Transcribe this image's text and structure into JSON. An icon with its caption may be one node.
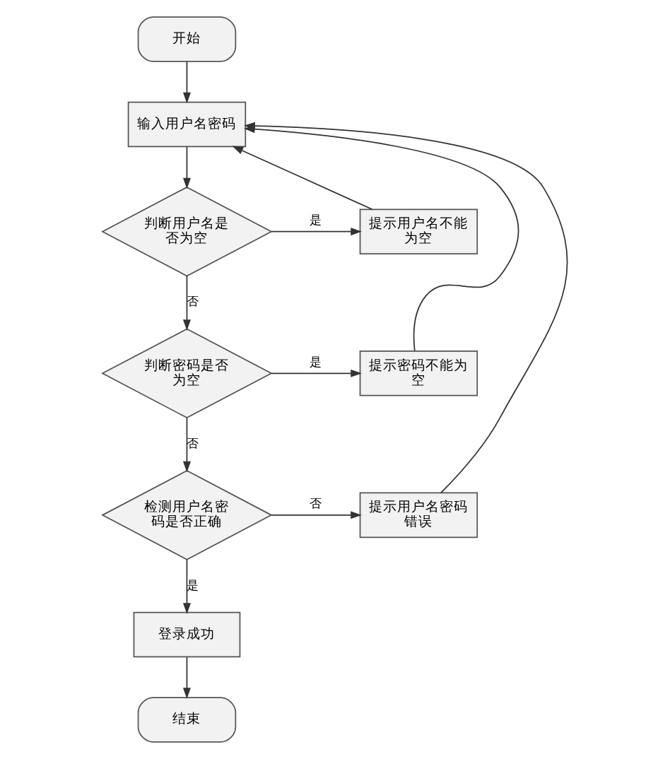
{
  "diagram": {
    "nodes": [
      {
        "text": [
          "开始"
        ]
      },
      {
        "text": [
          "输入用户名密码"
        ]
      },
      {
        "text": [
          "判断用户名是否为空"
        ]
      },
      {
        "text": [
          "提示用户名不能为空"
        ]
      },
      {
        "text": [
          "判断密码是否为空"
        ]
      },
      {
        "text": [
          "提示密码不能为空"
        ]
      },
      {
        "text": [
          "检测用户名密码是否正确"
        ]
      },
      {
        "text": [
          "提示用户名密码错误"
        ]
      },
      {
        "text": [
          "登录成功"
        ]
      },
      {
        "text": [
          "结束"
        ]
      }
    ],
    "edges": [
      {
        "from": 0,
        "to": 1,
        "arrow": "to"
      },
      {
        "from": 1,
        "to": 2,
        "arrow": "to"
      },
      {
        "from": 2,
        "to": 3,
        "arrow": "to",
        "label": "是"
      },
      {
        "from": 3,
        "to": 1,
        "arrow": "to"
      },
      {
        "from": 2,
        "to": 4,
        "arrow": "to",
        "label": "否"
      },
      {
        "from": 4,
        "to": 5,
        "arrow": "to",
        "label": "是"
      },
      {
        "from": 5,
        "to": 1,
        "arrow": "to"
      },
      {
        "from": 4,
        "to": 6,
        "arrow": "to",
        "label": "否"
      },
      {
        "from": 6,
        "to": 7,
        "arrow": "to",
        "label": "否"
      },
      {
        "from": 7,
        "to": 1,
        "arrow": "to"
      },
      {
        "from": 6,
        "to": 8,
        "arrow": "to",
        "label": "是"
      },
      {
        "from": 8,
        "to": 9,
        "arrow": "to"
      }
    ]
  }
}
